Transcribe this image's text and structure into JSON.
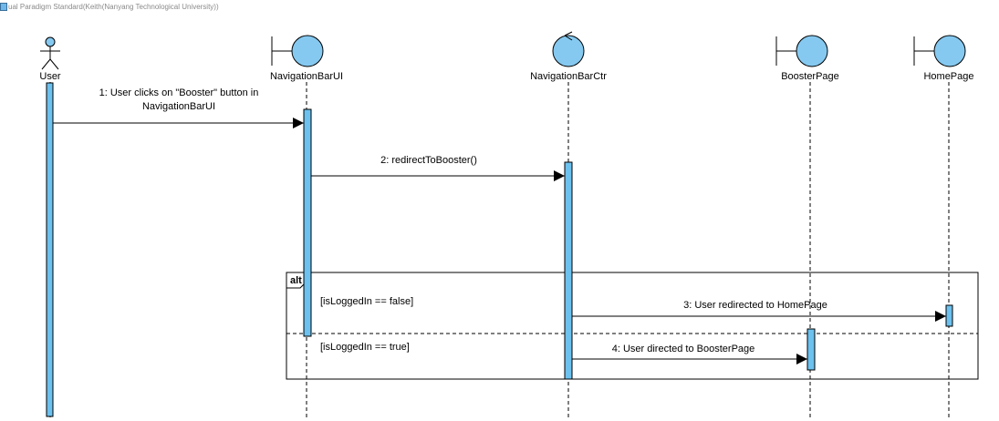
{
  "watermark": {
    "text": "ual Paradigm Standard(Keith(Nanyang Technological University))"
  },
  "colors": {
    "lifeline_fill": "#85c9f0",
    "stroke": "#000000",
    "activation_fill": "#6cc1ee"
  },
  "lifelines": [
    {
      "id": "user",
      "label": "User",
      "type": "actor",
      "icon": "actor-icon"
    },
    {
      "id": "navbarui",
      "label": "NavigationBarUI",
      "type": "boundary",
      "icon": "boundary-icon"
    },
    {
      "id": "navbarctr",
      "label": "NavigationBarCtr",
      "type": "control",
      "icon": "control-icon"
    },
    {
      "id": "boosterpage",
      "label": "BoosterPage",
      "type": "boundary",
      "icon": "boundary-icon"
    },
    {
      "id": "homepage",
      "label": "HomePage",
      "type": "boundary",
      "icon": "boundary-icon"
    }
  ],
  "messages": [
    {
      "lines": [
        "1: User clicks on \"Booster\" button in",
        "NavigationBarUI"
      ],
      "from": "user",
      "to": "navbarui"
    },
    {
      "lines": [
        "2: redirectToBooster()"
      ],
      "from": "navbarui",
      "to": "navbarctr"
    },
    {
      "lines": [
        "3: User redirected to HomePage"
      ],
      "from": "navbarctr",
      "to": "homepage"
    },
    {
      "lines": [
        "4: User directed to BoosterPage"
      ],
      "from": "navbarctr",
      "to": "boosterpage"
    }
  ],
  "fragment": {
    "operator": "alt",
    "guards": [
      "[isLoggedIn == false]",
      "[isLoggedIn == true]"
    ]
  }
}
